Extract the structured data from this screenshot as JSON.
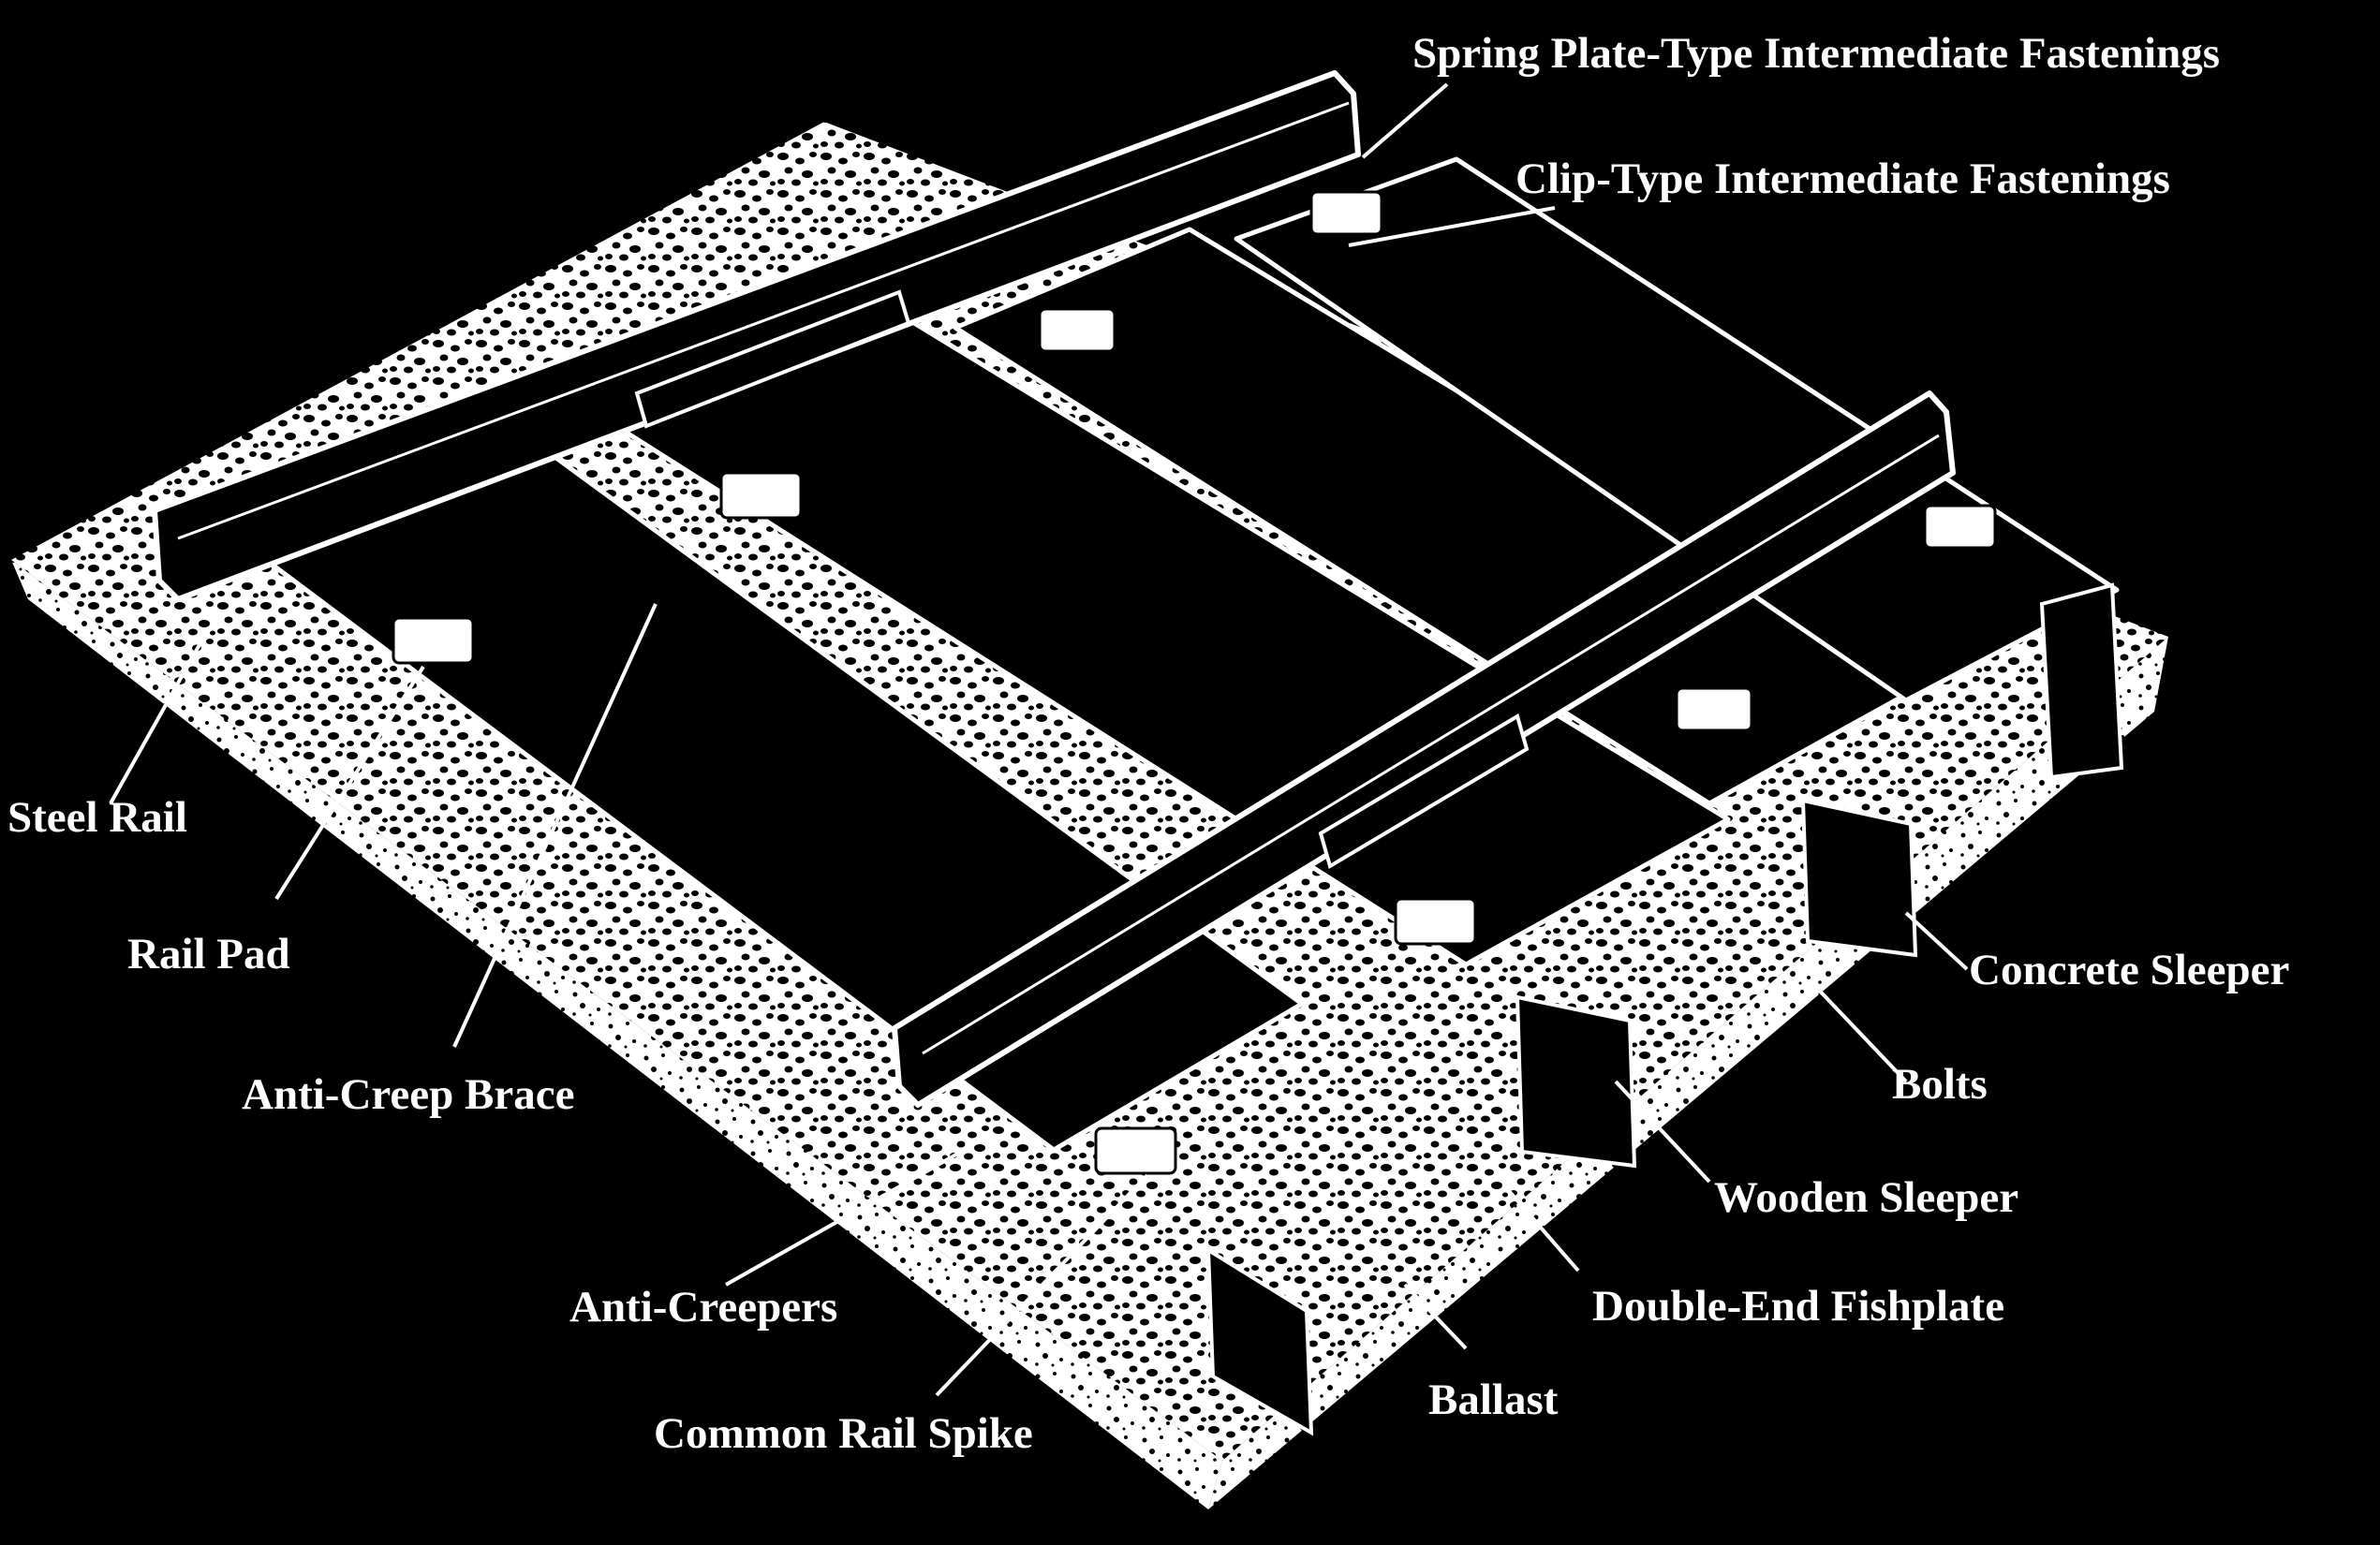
{
  "colors": {
    "background": "#000000",
    "line": "#ffffff",
    "text": "#ffffff"
  },
  "labels": {
    "spring_plate": "Spring Plate-Type Intermediate Fastenings",
    "clip_type": "Clip-Type Intermediate Fastenings",
    "steel_rail": "Steel Rail",
    "rail_pad": "Rail Pad",
    "anti_creep_brace": "Anti-Creep Brace",
    "anti_creepers": "Anti-Creepers",
    "common_rail_spike": "Common Rail Spike",
    "concrete_sleeper": "Concrete Sleeper",
    "bolts": "Bolts",
    "wooden_sleeper": "Wooden Sleeper",
    "double_end_fishplate": "Double-End Fishplate",
    "ballast": "Ballast"
  }
}
